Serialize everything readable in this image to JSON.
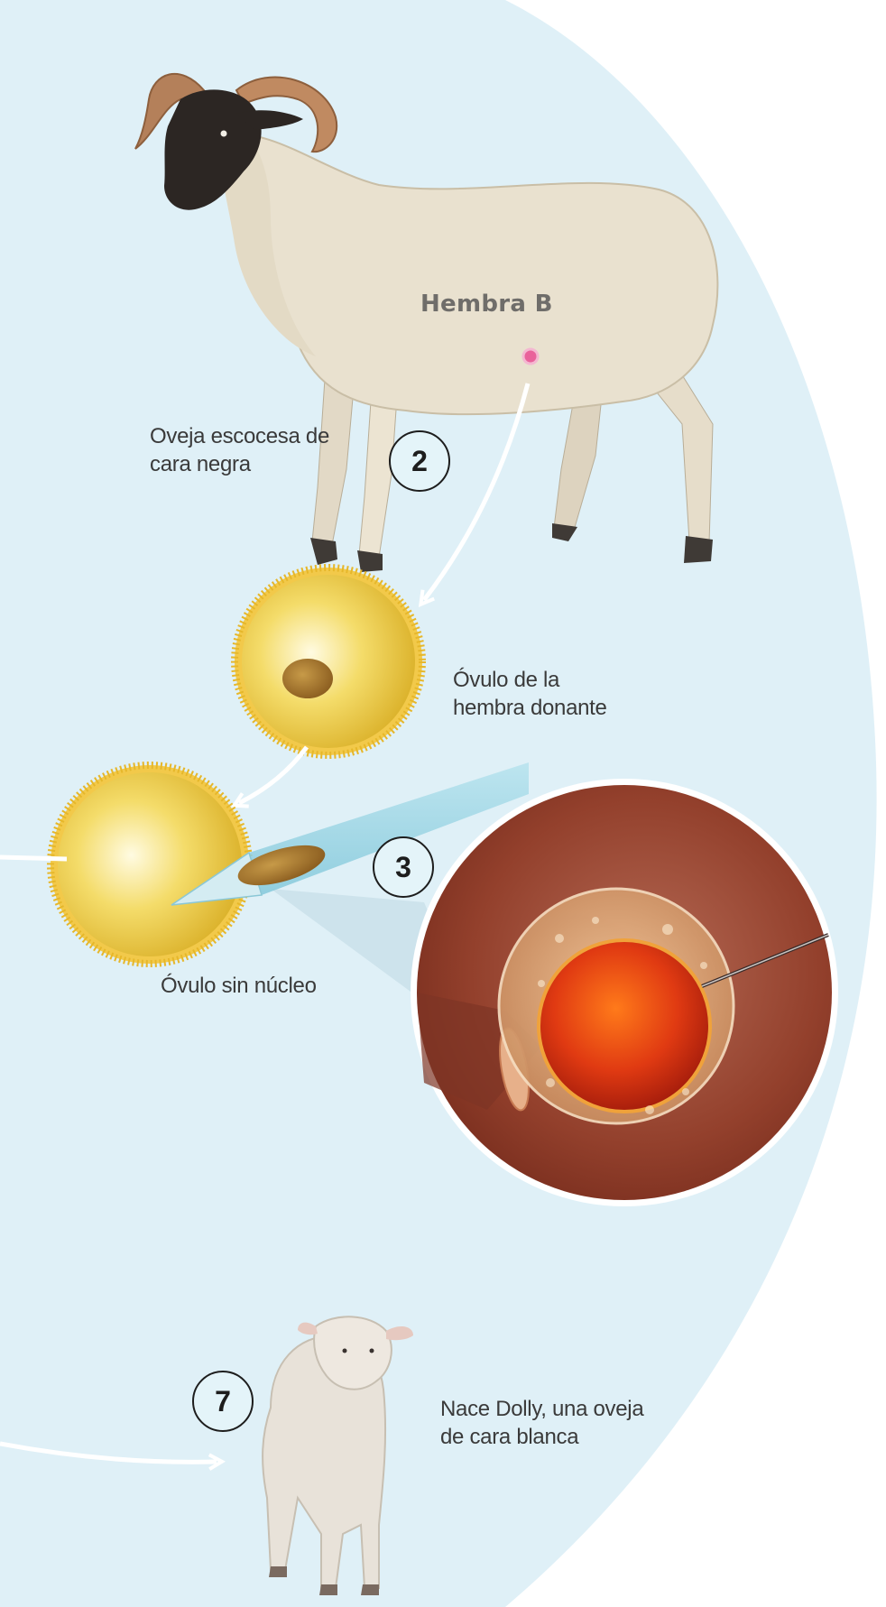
{
  "colors": {
    "background": "#ffffff",
    "region": "#dff0f7",
    "arrow": "#ffffff",
    "ovum": "#e9c53b",
    "nucleus": "#a6782b",
    "lens_background": "#8a3a2a"
  },
  "icons": {
    "sheep_adult": "black-faced-sheep-icon",
    "sheep_lamb": "white-faced-lamb-icon",
    "ovum": "ovum-cell-icon",
    "pipette": "micropipette-icon",
    "magnifier": "magnified-cell-icon"
  },
  "labels": {
    "female_b": "Hembra B",
    "sheep_b": [
      "Oveja escocesa de",
      "cara negra"
    ],
    "donor_ovum": [
      "Óvulo de la",
      "hembra donante"
    ],
    "enucleated_ovum": "Óvulo sin núcleo",
    "dolly": [
      "Nace Dolly, una oveja",
      "de cara blanca"
    ]
  },
  "steps": {
    "two": "2",
    "three": "3",
    "seven": "7"
  }
}
